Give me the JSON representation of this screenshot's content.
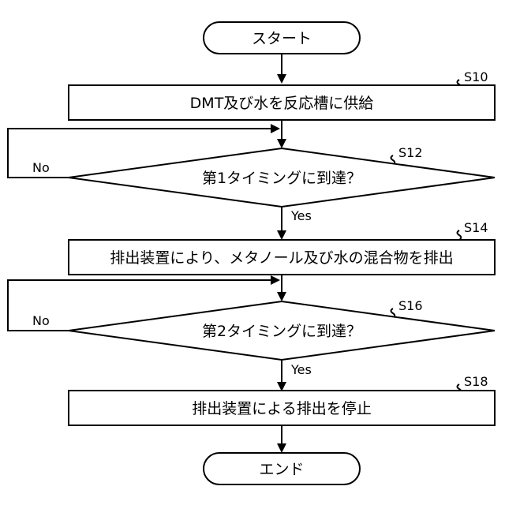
{
  "terminals": {
    "start": "スタート",
    "end": "エンド"
  },
  "steps": [
    {
      "id": "S10",
      "text": "DMT及び水を反応槽に供給"
    },
    {
      "id": "S12",
      "text": "第1タイミングに到達？"
    },
    {
      "id": "S14",
      "text": "排出装置により、メタノール及び水の混合物を排出"
    },
    {
      "id": "S16",
      "text": "第2タイミングに到達？"
    },
    {
      "id": "S18",
      "text": "排出装置による排出を停止"
    }
  ],
  "branches": {
    "yes": "Yes",
    "no": "No"
  }
}
